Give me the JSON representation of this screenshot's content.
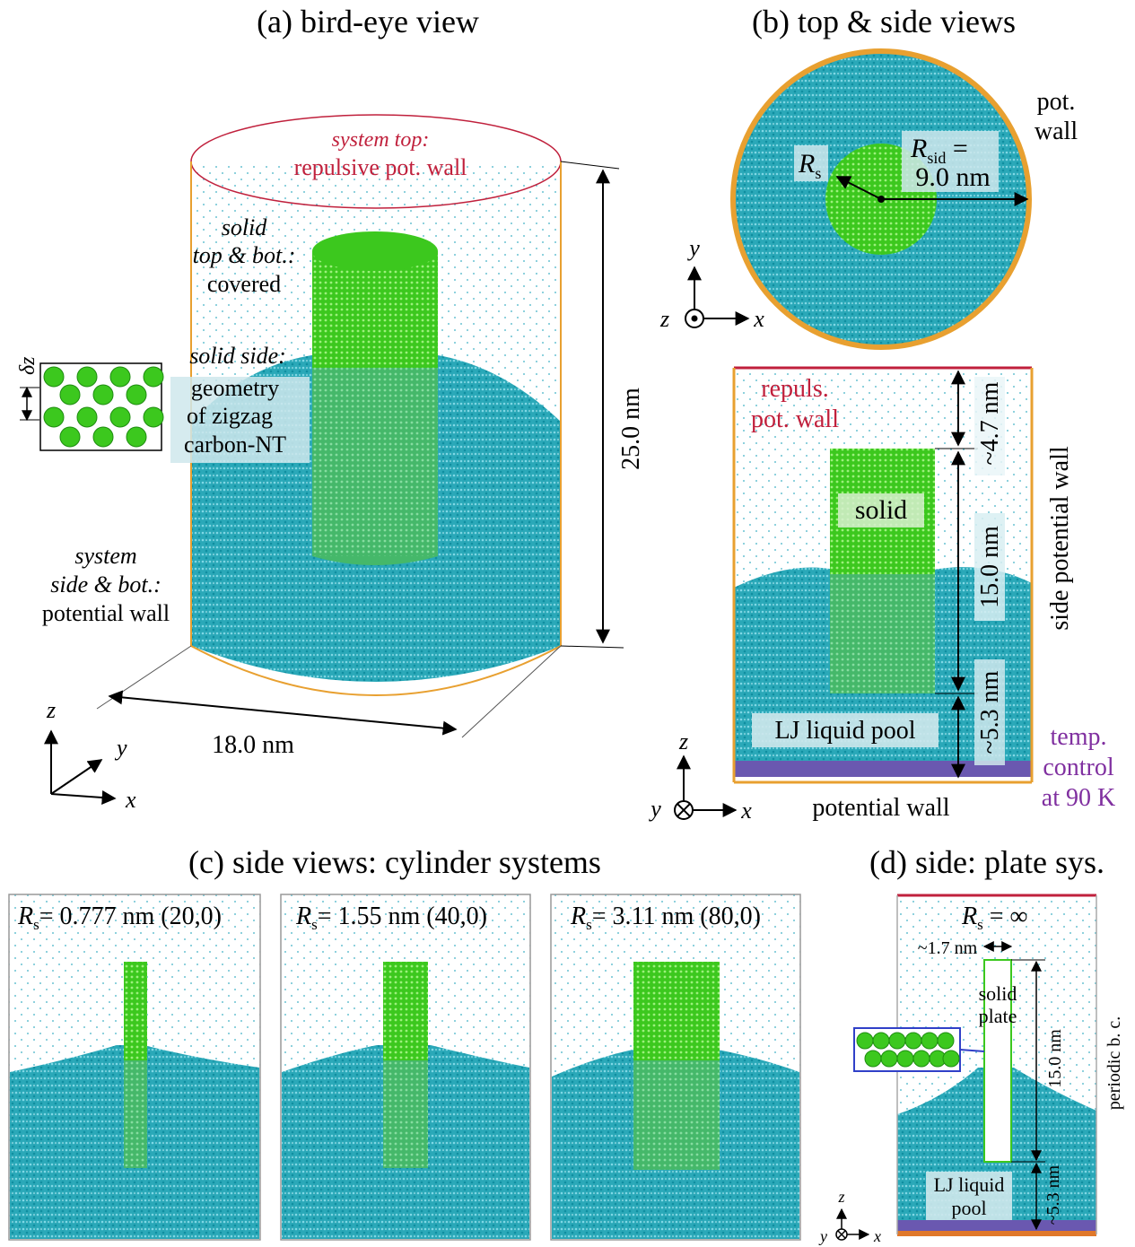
{
  "panel_a": {
    "title": "(a) bird-eye view",
    "system_top_label": "system top:",
    "system_top_value": "repulsive pot. wall",
    "solid_label": "solid",
    "top_bot_label": "top & bot.:",
    "covered": "covered",
    "solid_side_label": "solid side:",
    "geometry": "geometry",
    "of_zigzag": "of zigzag",
    "carbon_nt": "carbon-NT",
    "system_label": "system",
    "side_bot_label": "side & bot.:",
    "potential_wall": "potential wall",
    "height": "25.0 nm",
    "width": "18.0 nm",
    "dz_label": "δz",
    "axis_z": "z",
    "axis_y": "y",
    "axis_x": "x"
  },
  "panel_b": {
    "title": "(b) top & side views",
    "pot": "pot.",
    "wall": "wall",
    "rs": "R",
    "rs_sub": "s",
    "rsid": "R",
    "rsid_sub": "sid",
    "eq": " =",
    "rsid_value": "9.0 nm",
    "axis_z": "z",
    "axis_y": "y",
    "axis_x": "x",
    "repuls": "repuls.",
    "pot_wall": "pot. wall",
    "solid": "solid",
    "d_top": "~4.7 nm",
    "d_mid": "15.0 nm",
    "d_bot": "~5.3 nm",
    "side_potential_wall": "side potential wall",
    "lj_pool": "LJ liquid pool",
    "temp": "temp.",
    "control": "control",
    "at90": "at 90 K",
    "potential_wall": "potential wall"
  },
  "panel_c": {
    "title": "(c) side views: cylinder systems",
    "sub_panels": [
      {
        "rs": "R",
        "rs_sub": "s",
        "value": "= 0.777 nm (20,0)"
      },
      {
        "rs": "R",
        "rs_sub": "s",
        "value": "= 1.55 nm (40,0)"
      },
      {
        "rs": "R",
        "rs_sub": "s",
        "value": "= 3.11 nm (80,0)"
      }
    ]
  },
  "panel_d": {
    "title": "(d) side: plate sys.",
    "rs": "R",
    "rs_sub": "s",
    "rs_value": " = ∞",
    "thickness": "~1.7 nm",
    "solid": "solid",
    "plate": "plate",
    "height": "15.0 nm",
    "bottom": "~5.3 nm",
    "lj": "LJ liquid",
    "pool": "pool",
    "periodic": "periodic b. c.",
    "axis_z": "z",
    "axis_y": "y",
    "axis_x": "x"
  },
  "colors": {
    "liquid": "#1fa8b8",
    "solid": "#3cc81e",
    "wall_red": "#c0203c",
    "wall_orange": "#e8a030",
    "temp_purple": "#8030a0"
  }
}
